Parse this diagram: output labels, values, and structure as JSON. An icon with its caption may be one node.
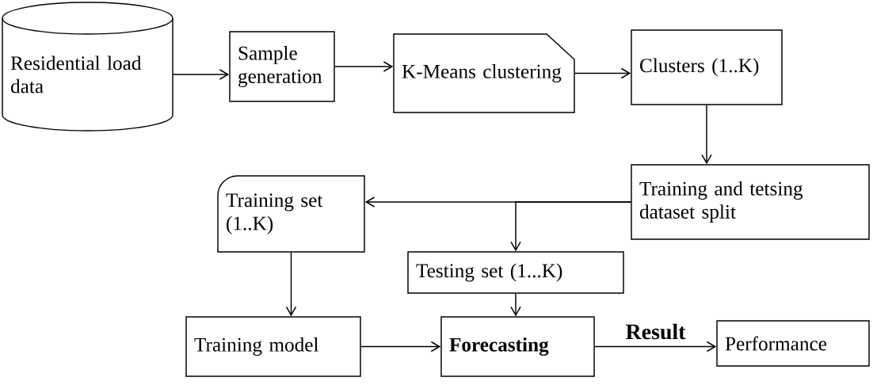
{
  "diagram": {
    "nodes": [
      {
        "text": [
          "Residential load data"
        ]
      },
      {
        "text": [
          "Sample generation"
        ]
      },
      {
        "text": [
          "K-Means clustering"
        ]
      },
      {
        "text": [
          "Clusters (1..K)"
        ]
      },
      {
        "text": [
          "Training and tetsing dataset split"
        ]
      },
      {
        "text": [
          "Training set (1..K)"
        ]
      },
      {
        "text": [
          "Testing set (1...K)"
        ]
      },
      {
        "text": [
          "Training model"
        ]
      },
      {
        "text": [
          "Forecasting"
        ]
      },
      {
        "text": [
          "Performance"
        ]
      }
    ],
    "edges": [
      {
        "from": 0,
        "to": 1,
        "arrow": "to"
      },
      {
        "from": 1,
        "to": 2,
        "arrow": "to"
      },
      {
        "from": 2,
        "to": 3,
        "arrow": "to"
      },
      {
        "from": 3,
        "to": 4,
        "arrow": "to"
      },
      {
        "from": 4,
        "to": 5,
        "arrow": "to"
      },
      {
        "from": 4,
        "to": 6,
        "arrow": "to"
      },
      {
        "from": 5,
        "to": 7,
        "arrow": "to"
      },
      {
        "from": 6,
        "to": 8,
        "arrow": "to"
      },
      {
        "from": 7,
        "to": 8,
        "arrow": "to"
      },
      {
        "from": 8,
        "to": 9,
        "arrow": "to",
        "label": "Result"
      }
    ]
  }
}
